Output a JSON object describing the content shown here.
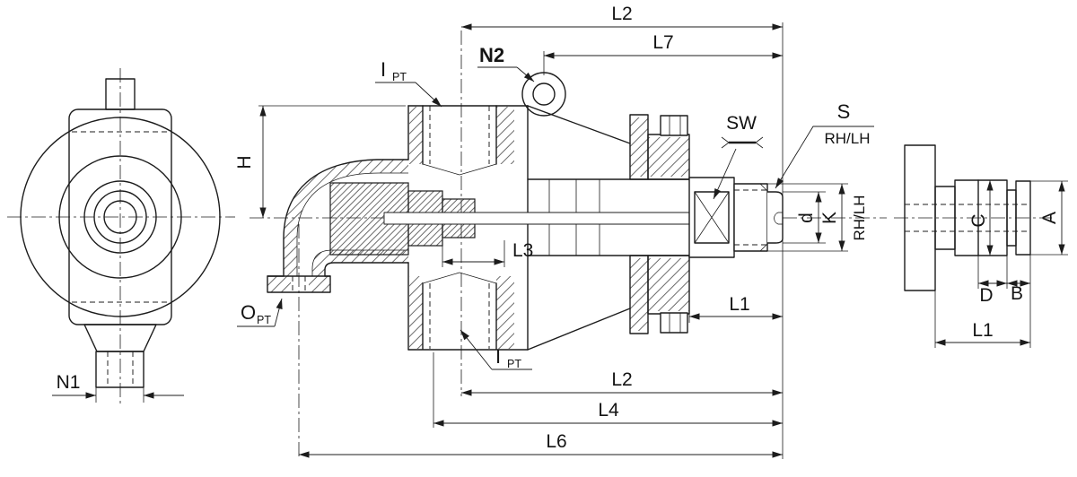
{
  "colors": {
    "line": "#1c1c1c",
    "background": "#ffffff"
  },
  "front_view": {
    "dim_n1": "N1"
  },
  "section_view": {
    "dim_l2_top": "L2",
    "dim_l7": "L7",
    "callout_n2": "N2",
    "callout_inlet_top": "I",
    "callout_inlet_top_sub": "PT",
    "dim_h": "H",
    "callout_wrench_size": "SW",
    "callout_thread": "S",
    "callout_thread_hand": "RH/LH",
    "label_thread_hand_side": "RH/LH",
    "dim_shaft_bore": "d",
    "dim_k": "K",
    "dim_l3": "L3",
    "callout_outlet": "O",
    "callout_outlet_sub": "PT",
    "callout_inlet_bottom": "I",
    "callout_inlet_bottom_sub": "PT",
    "dim_l1": "L1",
    "dim_l2_bottom": "L2",
    "dim_l4": "L4",
    "dim_l6": "L6"
  },
  "side_view": {
    "dim_a": "A",
    "dim_c": "C",
    "dim_d": "D",
    "dim_b": "B",
    "dim_l1": "L1"
  }
}
